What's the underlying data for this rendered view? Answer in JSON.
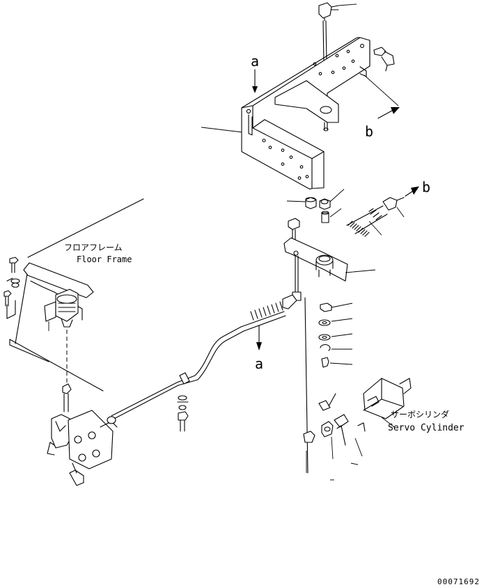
{
  "labels": {
    "ref_a": "a",
    "ref_b": "b",
    "floor_frame_jp": "フロアフレーム",
    "floor_frame_en": "Floor Frame",
    "servo_cylinder_jp": "サーボシリンダ",
    "servo_cylinder_en": "Servo Cylinder",
    "drawing_number": "00071692"
  }
}
